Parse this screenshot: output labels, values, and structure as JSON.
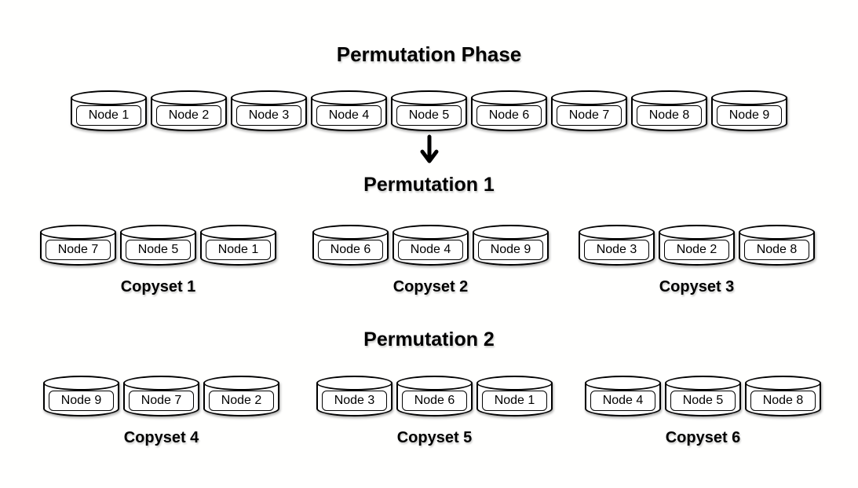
{
  "diagram": {
    "title": "Permutation Phase",
    "colors": {
      "background": "#fffffe",
      "stroke": "#000000",
      "fill": "#ffffff",
      "text": "#000000"
    },
    "icons": {
      "down_arrow": "down-arrow"
    },
    "nodes": [
      "Node 1",
      "Node 2",
      "Node 3",
      "Node 4",
      "Node 5",
      "Node 6",
      "Node 7",
      "Node 8",
      "Node 9"
    ],
    "sections": [
      {
        "heading": "Permutation 1",
        "copysets": [
          {
            "label": "Copyset 1",
            "nodes": [
              "Node 7",
              "Node 5",
              "Node 1"
            ]
          },
          {
            "label": "Copyset 2",
            "nodes": [
              "Node 6",
              "Node 4",
              "Node 9"
            ]
          },
          {
            "label": "Copyset 3",
            "nodes": [
              "Node 3",
              "Node 2",
              "Node 8"
            ]
          }
        ]
      },
      {
        "heading": "Permutation 2",
        "copysets": [
          {
            "label": "Copyset 4",
            "nodes": [
              "Node 9",
              "Node 7",
              "Node 2"
            ]
          },
          {
            "label": "Copyset 5",
            "nodes": [
              "Node 3",
              "Node 6",
              "Node 1"
            ]
          },
          {
            "label": "Copyset 6",
            "nodes": [
              "Node 4",
              "Node 5",
              "Node 8"
            ]
          }
        ]
      }
    ]
  }
}
